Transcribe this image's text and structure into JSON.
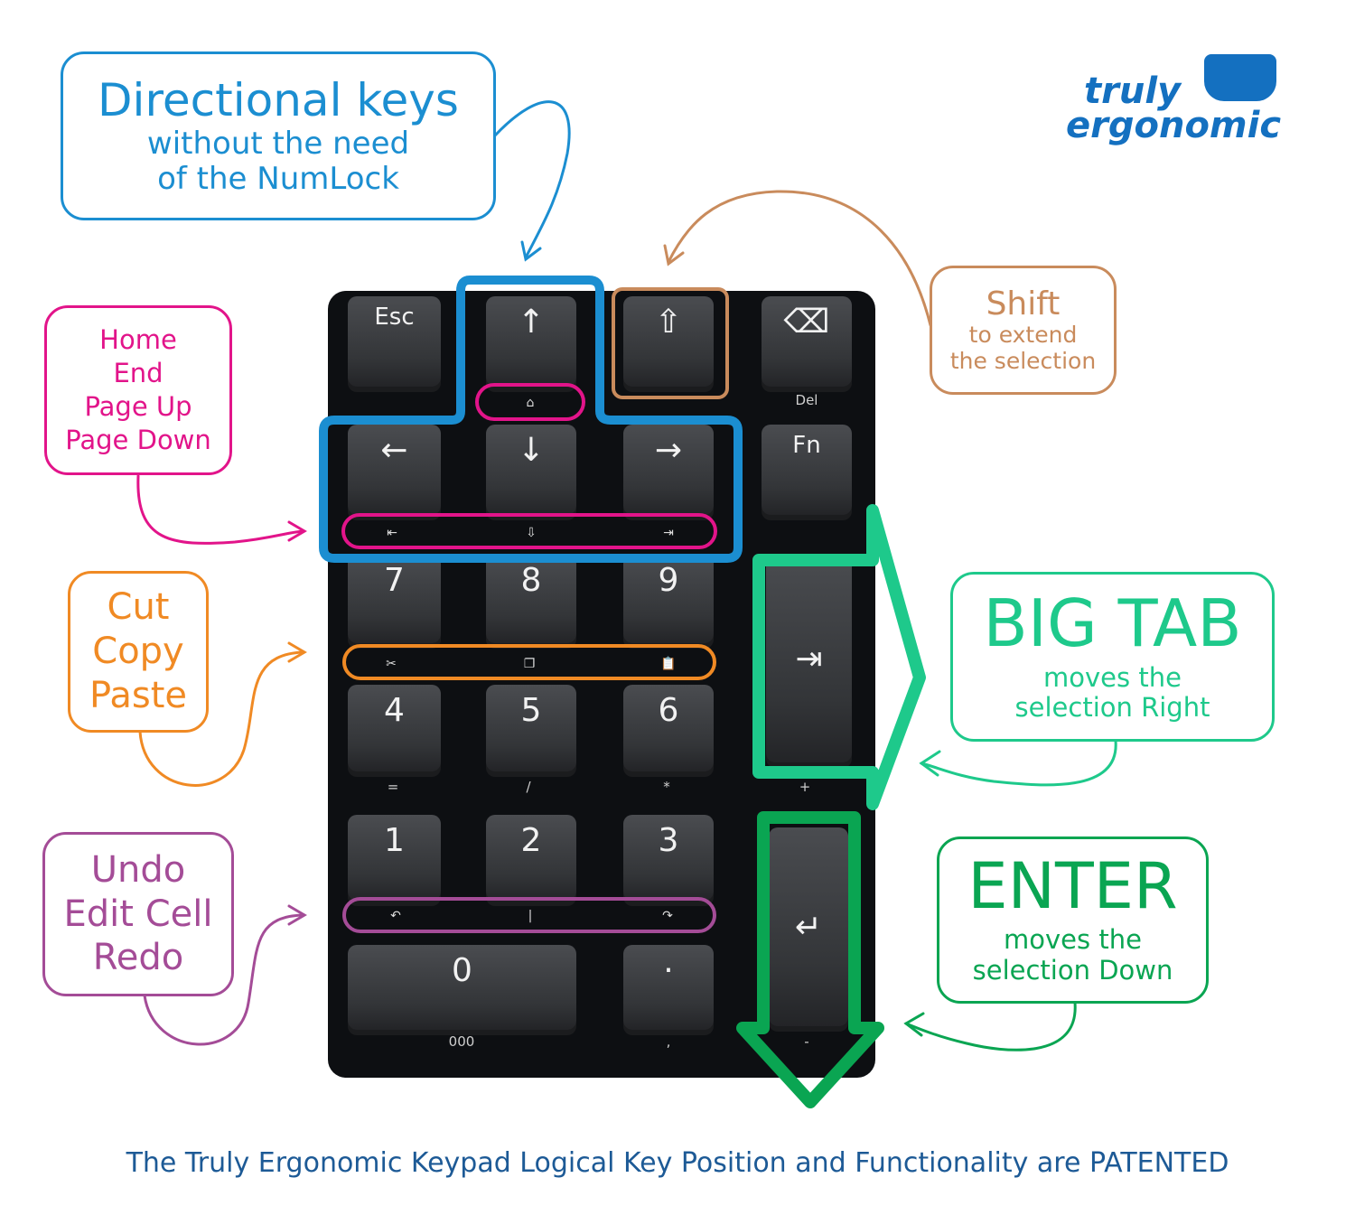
{
  "logo": {
    "line1": "truly",
    "line2": "ergonomic"
  },
  "callouts": {
    "directional": {
      "title": "Directional keys",
      "line1": "without the need",
      "line2": "of the NumLock"
    },
    "navigation": {
      "items": [
        "Home",
        "End",
        "Page Up",
        "Page Down"
      ]
    },
    "clipboard": {
      "items": [
        "Cut",
        "Copy",
        "Paste"
      ]
    },
    "editing": {
      "items": [
        "Undo",
        "Edit Cell",
        "Redo"
      ]
    },
    "shift": {
      "title": "Shift",
      "line1": "to extend",
      "line2": "the selection"
    },
    "bigtab": {
      "title": "BIG TAB",
      "line1": "moves the",
      "line2": "selection Right"
    },
    "enter": {
      "title": "ENTER",
      "line1": "moves the",
      "line2": "selection Down"
    }
  },
  "keys": {
    "esc": "Esc",
    "up": "↑",
    "shift": "⇧",
    "backspace": "⌫",
    "del": "Del",
    "left": "←",
    "down": "↓",
    "right": "→",
    "fn": "Fn",
    "k7": "7",
    "k8": "8",
    "k9": "9",
    "tab": "⇥",
    "k4": "4",
    "k5": "5",
    "k6": "6",
    "k1": "1",
    "k2": "2",
    "k3": "3",
    "enter": "↵",
    "k0": "0",
    "dot": "·",
    "sub_eq": "=",
    "sub_slash": "/",
    "sub_star": "*",
    "sub_plus": "+",
    "sub_000": "000",
    "sub_comma": ",",
    "sub_minus": "-"
  },
  "footer": "The Truly Ergonomic Keypad Logical Key Position and Functionality are PATENTED",
  "colors": {
    "blue": "#1b8ed1",
    "pink": "#e2148a",
    "tan": "#c98b5c",
    "orange": "#f08a24",
    "purple": "#a44c97",
    "green": "#1ec98b",
    "darkgreen": "#0aa552",
    "footer": "#1d5a96",
    "logo": "#1470c0"
  }
}
